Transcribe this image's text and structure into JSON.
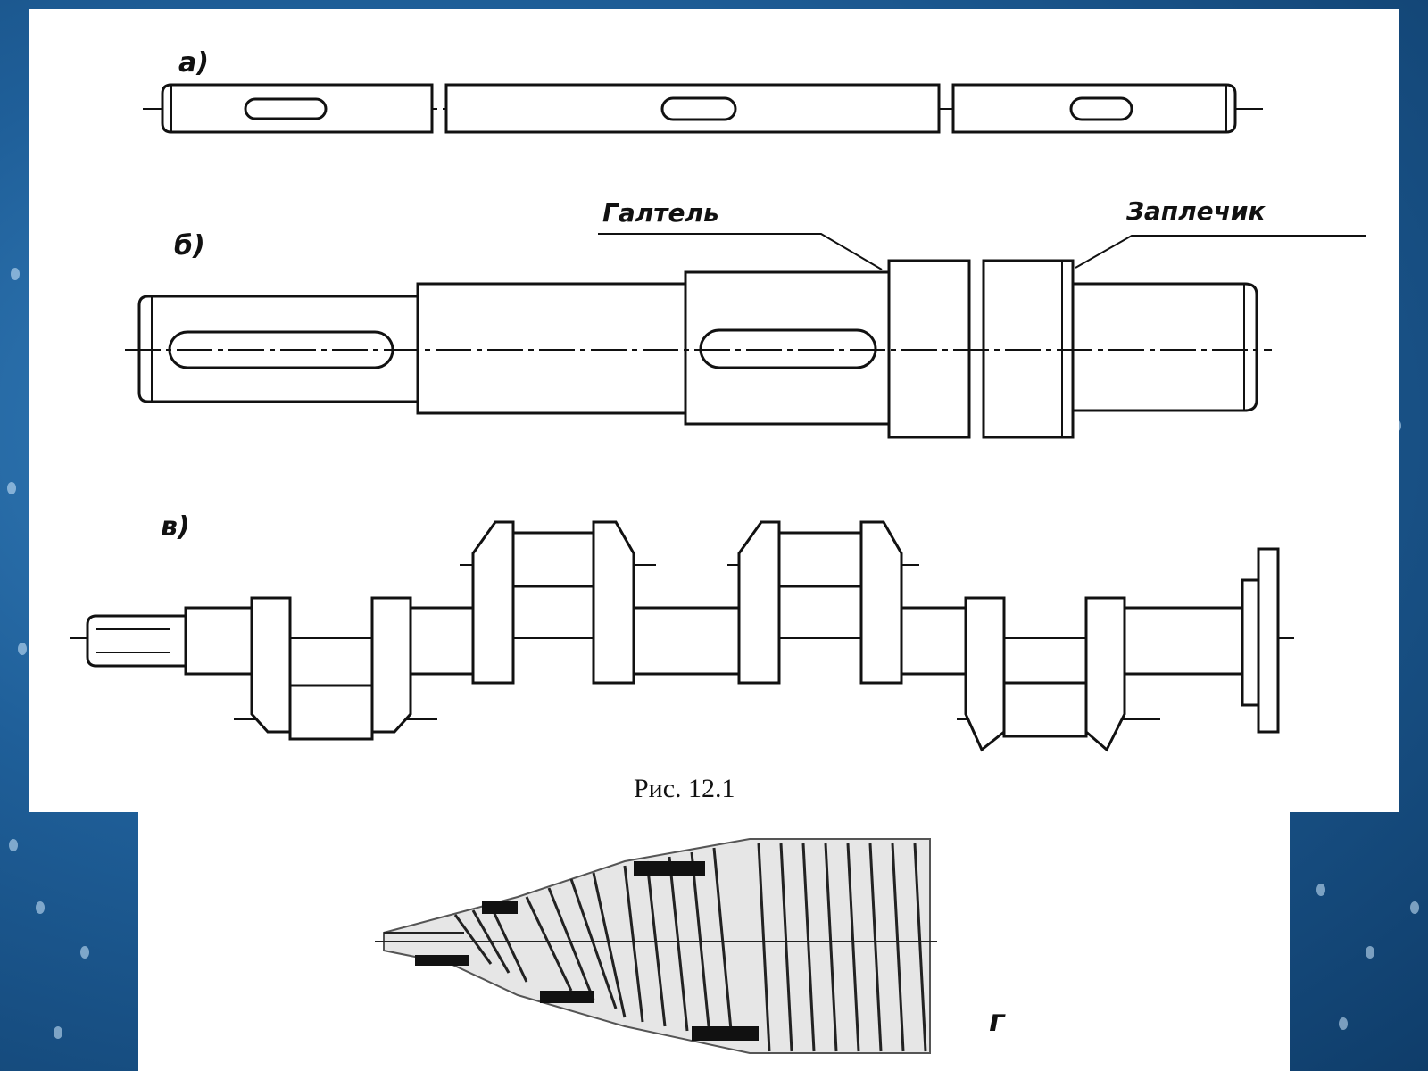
{
  "background": {
    "colors": [
      "#3a86c4",
      "#1f5f99",
      "#0f3d6a"
    ]
  },
  "figure": {
    "label_a": "а)",
    "label_b": "б)",
    "label_v": "в)",
    "label_g": "г",
    "callout_fillet": "Галтель",
    "callout_shoulder": "Заплечик",
    "caption": "Рис. 12.1"
  }
}
